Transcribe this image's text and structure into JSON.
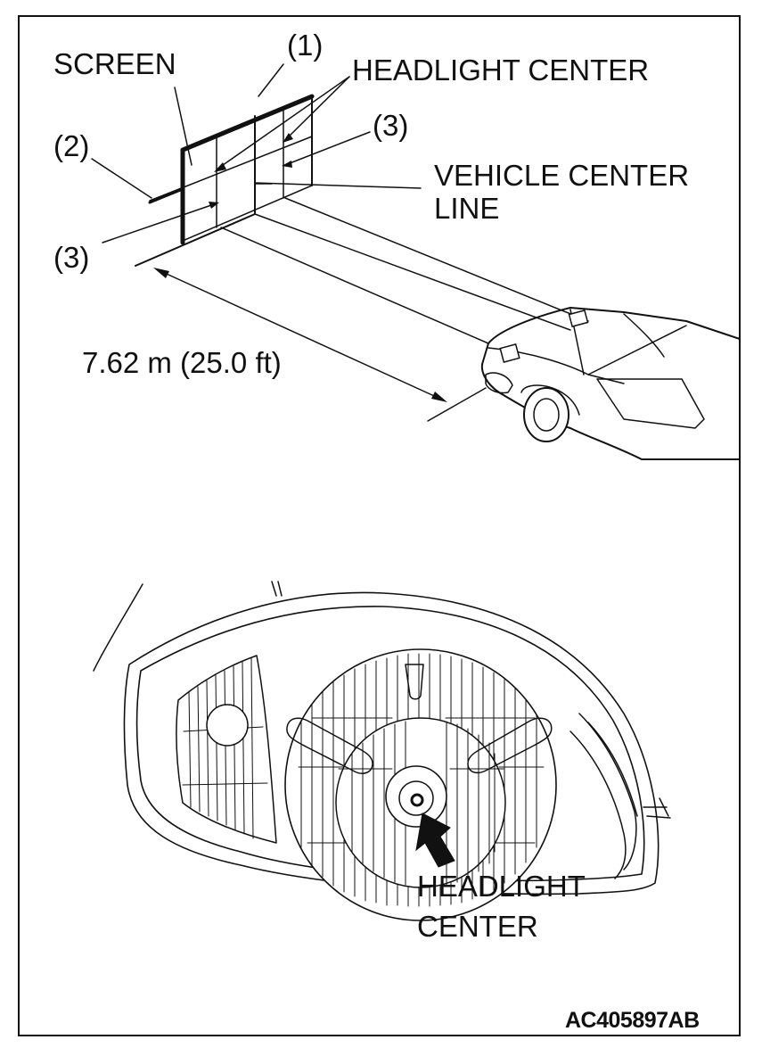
{
  "labels": {
    "screen": "SCREEN",
    "callout_1": "(1)",
    "callout_2": "(2)",
    "callout_3_right": "(3)",
    "callout_3_left": "(3)",
    "headlight_center_top": "HEADLIGHT CENTER",
    "vehicle_center_line_1": "VEHICLE CENTER",
    "vehicle_center_line_2": "LINE",
    "distance": "7.62 m (25.0 ft)",
    "headlight_center_bottom_1": "HEADLIGHT",
    "headlight_center_bottom_2": "CENTER",
    "figure_code": "AC405897AB"
  },
  "colors": {
    "ink": "#111111",
    "background": "#ffffff"
  },
  "icons": {
    "pointer": "arrow-icon"
  }
}
